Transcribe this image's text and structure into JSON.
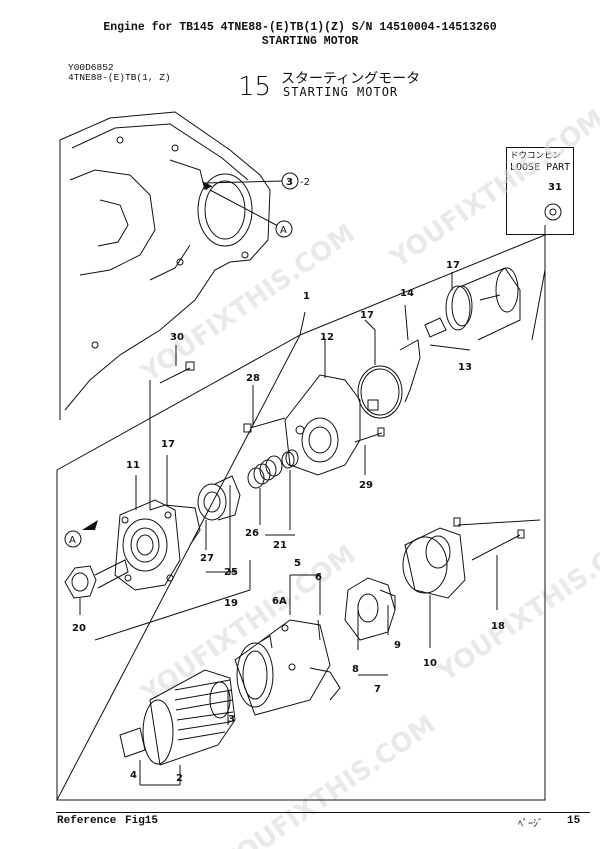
{
  "header": {
    "line1": "Engine for TB145  4TNE88-(E)TB(1)(Z)  S/N 14510004-14513260",
    "line2": "STARTING MOTOR"
  },
  "drawing_code": "Y00D6852",
  "model_code": "4TNE88-(E)TB(1, Z)",
  "figure": {
    "number": "15",
    "title_jp": "スターティングモータ",
    "title_en": "STARTING MOTOR"
  },
  "loose_part": {
    "label_jp": "ドウコンヒン",
    "label_en": "LOOSE PART",
    "item": "31"
  },
  "callouts": {
    "c3_2": "3",
    "c3_2_suffix": "-2",
    "A_top": "A",
    "A_left": "A",
    "n1": "1",
    "n2": "2",
    "n3": "3",
    "n4": "4",
    "n5": "5",
    "n6": "6",
    "n6A": "6A",
    "n7": "7",
    "n8": "8",
    "n9": "9",
    "n10": "10",
    "n11": "11",
    "n12": "12",
    "n13": "13",
    "n14": "14",
    "n17a": "17",
    "n17b": "17",
    "n17c": "17",
    "n18": "18",
    "n19": "19",
    "n20": "20",
    "n21": "21",
    "n25": "25",
    "n26": "26",
    "n27": "27",
    "n28": "28",
    "n29": "29",
    "n30": "30"
  },
  "watermark": "YOUFIXTHIS.COM",
  "footer": {
    "reference": "Reference",
    "fig": "Fig15",
    "page_label": "ﾍﾟｰｼﾞ",
    "page": "15"
  }
}
